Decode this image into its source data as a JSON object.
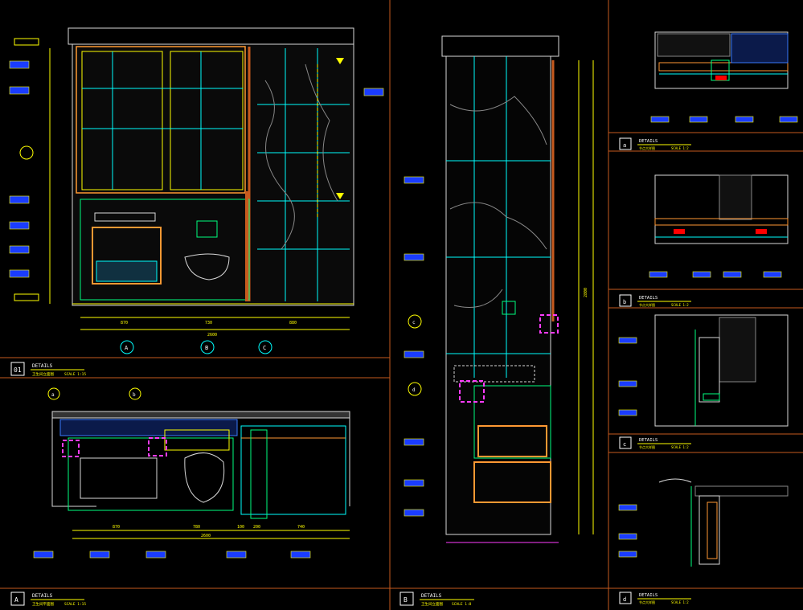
{
  "panels": {
    "p01": {
      "id": "01",
      "title": "DETAILS",
      "sub": "卫生间立面图",
      "scale": "SCALE 1:15"
    },
    "pA": {
      "id": "A",
      "title": "DETAILS",
      "sub": "卫生间平面图",
      "scale": "SCALE 1:15"
    },
    "pB": {
      "id": "B",
      "title": "DETAILS",
      "sub": "卫生间立面图",
      "scale": "SCALE 1:8"
    },
    "pa": {
      "id": "a",
      "title": "DETAILS",
      "sub": "节点大样图",
      "scale": "SCALE 1:2"
    },
    "pb": {
      "id": "b",
      "title": "DETAILS",
      "sub": "节点大样图",
      "scale": "SCALE 1:2"
    },
    "pc": {
      "id": "c",
      "title": "DETAILS",
      "sub": "节点大样图",
      "scale": "SCALE 1:2"
    },
    "pd": {
      "id": "d",
      "title": "DETAILS",
      "sub": "节点大样图",
      "scale": "SCALE 1:2"
    }
  },
  "markers": {
    "a_marker": "A",
    "b_marker": "B",
    "c_marker": "C",
    "a2": "a",
    "b2": "b",
    "c2": "c",
    "d2": "d"
  },
  "dims": {
    "p01_total": "2600",
    "p01_d1": "870",
    "p01_d2": "730",
    "p01_d3": "880",
    "pA_total": "2600",
    "pA_d1": "870",
    "pA_d2": "780",
    "pA_d3": "100",
    "pA_d4": "200",
    "pA_d5": "740",
    "pB_total": "2800"
  },
  "colors": {
    "frame": "#c65a1e",
    "yellow": "#ffff00",
    "green": "#00ff7f",
    "cyan": "#00ffff",
    "white": "#d8d8d8",
    "magenta": "#ff3cff",
    "orange": "#ff9933",
    "blue": "#3a7bff"
  }
}
